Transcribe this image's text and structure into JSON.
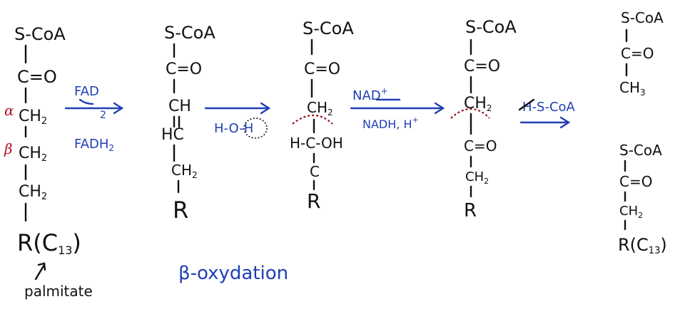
{
  "molecules": {
    "palmitoyl_coa": {
      "s_coa": "S-CoA",
      "carbonyl": "C=O",
      "alpha_carbon": "CH",
      "beta_carbon": "CH",
      "gamma_carbon": "CH",
      "sub": "2",
      "r_group": "R(C",
      "r_sub": "13",
      "r_close": ")",
      "alpha_label": "α",
      "beta_label": "β",
      "caption": "palmitate"
    },
    "enoyl_coa": {
      "s_coa": "S-CoA",
      "carbonyl": "C=O",
      "ch": "CH",
      "hc": "HC",
      "ch2": "CH",
      "sub": "2",
      "r_group": "R"
    },
    "hydroxyacyl_coa": {
      "s_coa": "S-CoA",
      "carbonyl": "C=O",
      "ch2": "CH",
      "sub": "2",
      "hydroxy": "H-C-OH",
      "c": "C",
      "r_group": "R"
    },
    "ketoacyl_coa": {
      "s_coa": "S-CoA",
      "carbonyl": "C=O",
      "ch2_top": "CH",
      "carbonyl2": "C=O",
      "ch2": "CH",
      "sub": "2",
      "r_group": "R"
    },
    "acetyl_coa": {
      "s_coa": "S-CoA",
      "carbonyl": "C=O",
      "ch3": "CH",
      "sub": "3"
    },
    "shortened_acyl_coa": {
      "s_coa": "S-CoA",
      "carbonyl": "C=O",
      "ch2": "CH",
      "sub": "2",
      "r_group": "R(C",
      "r_sub": "13",
      "r_close": ")"
    }
  },
  "steps": {
    "step1": {
      "top": "FAD",
      "bottom": "FADH",
      "bottom_sub": "2",
      "mark": "2"
    },
    "step2": {
      "label": "H-O-H"
    },
    "step3": {
      "top": "NAD",
      "top_sup": "+",
      "bottom": "NADH, H",
      "bottom_sup": "+"
    },
    "step4": {
      "label": "H-S-CoA"
    }
  },
  "caption": "β-oxydation",
  "colors": {
    "ink": "#111111",
    "blue": "#1f3fb4",
    "red": "#b0102a"
  }
}
